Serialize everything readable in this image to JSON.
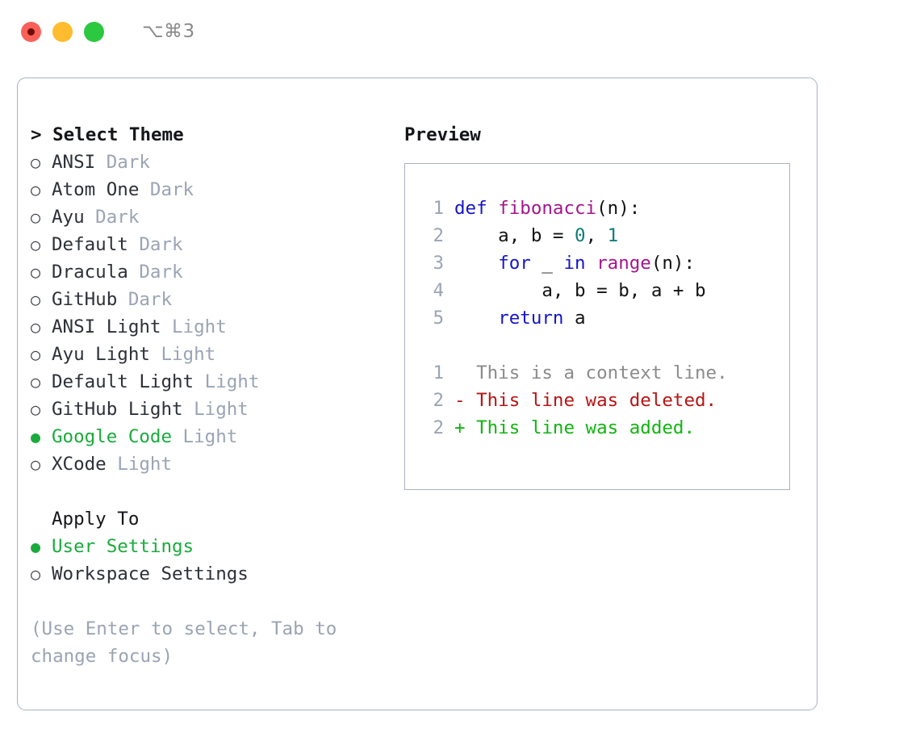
{
  "titlebar": {
    "lights": [
      {
        "name": "close",
        "color": "#fb6058"
      },
      {
        "name": "minimize",
        "color": "#febc2e"
      },
      {
        "name": "zoom",
        "color": "#2bc840"
      }
    ],
    "shortcut": "⌥⌘3"
  },
  "theme_panel": {
    "header": "> Select Theme",
    "accent_color": "#1aab3c",
    "tag_color": "#9aa4b4",
    "themes": [
      {
        "marker": "○",
        "label": "ANSI",
        "tag": " Dark",
        "selected": false
      },
      {
        "marker": "○",
        "label": "Atom One",
        "tag": " Dark",
        "selected": false
      },
      {
        "marker": "○",
        "label": "Ayu",
        "tag": " Dark",
        "selected": false
      },
      {
        "marker": "○",
        "label": "Default",
        "tag": " Dark",
        "selected": false
      },
      {
        "marker": "○",
        "label": "Dracula",
        "tag": " Dark",
        "selected": false
      },
      {
        "marker": "○",
        "label": "GitHub",
        "tag": " Dark",
        "selected": false
      },
      {
        "marker": "○",
        "label": "ANSI Light",
        "tag": " Light",
        "selected": false
      },
      {
        "marker": "○",
        "label": "Ayu Light",
        "tag": " Light",
        "selected": false
      },
      {
        "marker": "○",
        "label": "Default Light",
        "tag": " Light",
        "selected": false
      },
      {
        "marker": "○",
        "label": "GitHub Light",
        "tag": " Light",
        "selected": false
      },
      {
        "marker": "●",
        "label": "Google Code",
        "tag": " Light",
        "selected": true
      },
      {
        "marker": "○",
        "label": "XCode",
        "tag": " Light",
        "selected": false
      }
    ],
    "apply_to": {
      "title": "Apply To",
      "options": [
        {
          "marker": "●",
          "label": "User Settings",
          "selected": true
        },
        {
          "marker": "○",
          "label": "Workspace Settings",
          "selected": false
        }
      ]
    },
    "hint": "(Use Enter to select, Tab to change focus)"
  },
  "preview": {
    "header": "Preview",
    "code_lines": [
      {
        "n": "1",
        "tokens": [
          {
            "t": "def ",
            "c": "kw"
          },
          {
            "t": "fibonacci",
            "c": "fn"
          },
          {
            "t": "(n):",
            "c": "pl"
          }
        ]
      },
      {
        "n": "2",
        "tokens": [
          {
            "t": "    a, b = ",
            "c": "pl"
          },
          {
            "t": "0",
            "c": "num"
          },
          {
            "t": ", ",
            "c": "pl"
          },
          {
            "t": "1",
            "c": "num"
          }
        ]
      },
      {
        "n": "3",
        "tokens": [
          {
            "t": "    ",
            "c": "pl"
          },
          {
            "t": "for",
            "c": "kw"
          },
          {
            "t": " _ ",
            "c": "pl"
          },
          {
            "t": "in",
            "c": "kw"
          },
          {
            "t": " ",
            "c": "pl"
          },
          {
            "t": "range",
            "c": "fn"
          },
          {
            "t": "(n):",
            "c": "pl"
          }
        ]
      },
      {
        "n": "4",
        "tokens": [
          {
            "t": "        a, b = b, a + b",
            "c": "pl"
          }
        ]
      },
      {
        "n": "5",
        "tokens": [
          {
            "t": "    ",
            "c": "pl"
          },
          {
            "t": "return",
            "c": "kw"
          },
          {
            "t": " a",
            "c": "pl"
          }
        ]
      }
    ],
    "diff_lines": [
      {
        "n": "1",
        "tokens": [
          {
            "t": "  This is a context line.",
            "c": "ctx"
          }
        ]
      },
      {
        "n": "2",
        "tokens": [
          {
            "t": "- This line was deleted.",
            "c": "del"
          }
        ]
      },
      {
        "n": "2",
        "tokens": [
          {
            "t": "+ This line was added.",
            "c": "add"
          }
        ]
      }
    ]
  }
}
